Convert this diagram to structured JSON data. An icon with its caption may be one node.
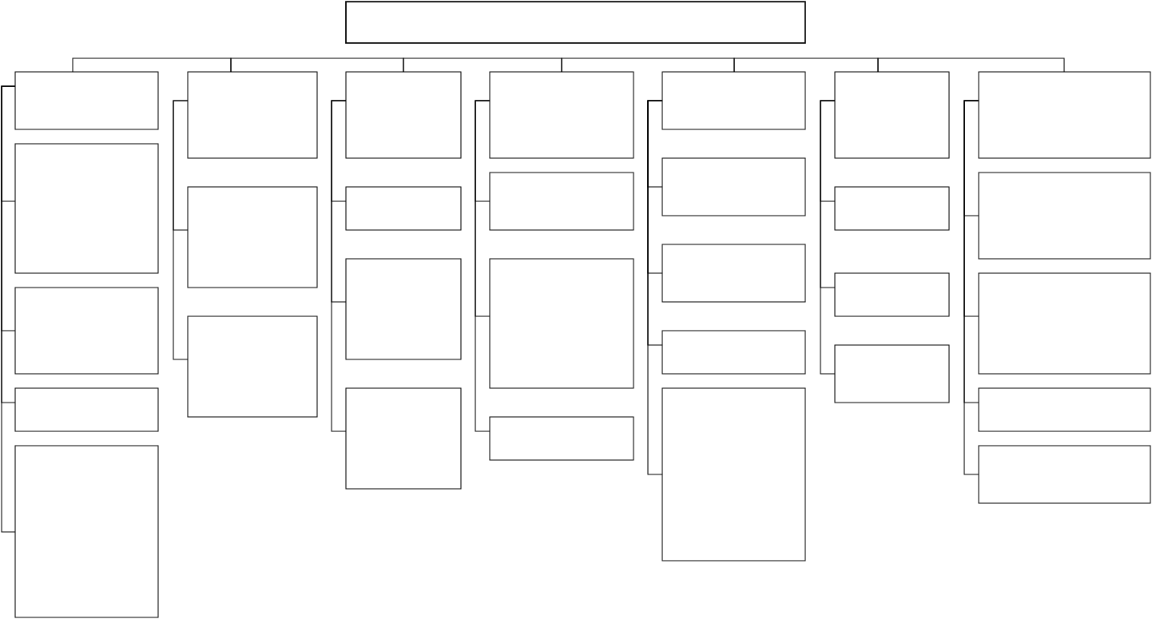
{
  "diagram": {
    "nodes": [
      {
        "text": [],
        "shape": "box"
      },
      {
        "text": [],
        "shape": "box"
      },
      {
        "text": [],
        "shape": "box"
      },
      {
        "text": [],
        "shape": "box"
      },
      {
        "text": [],
        "shape": "box"
      },
      {
        "text": [],
        "shape": "box"
      },
      {
        "text": [],
        "shape": "box"
      },
      {
        "text": [],
        "shape": "box"
      },
      {
        "text": [],
        "shape": "box"
      },
      {
        "text": [],
        "shape": "box"
      },
      {
        "text": [],
        "shape": "box"
      },
      {
        "text": [],
        "shape": "box"
      },
      {
        "text": [],
        "shape": "box"
      },
      {
        "text": [],
        "shape": "box"
      },
      {
        "text": [],
        "shape": "box"
      },
      {
        "text": [],
        "shape": "box"
      },
      {
        "text": [],
        "shape": "box"
      },
      {
        "text": [],
        "shape": "box"
      },
      {
        "text": [],
        "shape": "box"
      },
      {
        "text": [],
        "shape": "box"
      },
      {
        "text": [],
        "shape": "box"
      },
      {
        "text": [],
        "shape": "box"
      },
      {
        "text": [],
        "shape": "box"
      },
      {
        "text": [],
        "shape": "box"
      },
      {
        "text": [],
        "shape": "box"
      },
      {
        "text": [],
        "shape": "box"
      },
      {
        "text": [],
        "shape": "box"
      },
      {
        "text": [],
        "shape": "box"
      },
      {
        "text": [],
        "shape": "box"
      },
      {
        "text": [],
        "shape": "box"
      },
      {
        "text": [],
        "shape": "box"
      }
    ],
    "edges": [
      {
        "from": 1,
        "to": 6,
        "arrow": "none"
      },
      {
        "from": 6,
        "to": 9,
        "arrow": "none"
      },
      {
        "from": 9,
        "to": 13,
        "arrow": "none"
      },
      {
        "from": 13,
        "to": 17,
        "arrow": "none"
      },
      {
        "from": 17,
        "to": 22,
        "arrow": "none"
      },
      {
        "from": 22,
        "to": 26,
        "arrow": "none"
      },
      {
        "from": 1,
        "to": 2,
        "arrow": "none"
      },
      {
        "from": 1,
        "to": 3,
        "arrow": "none"
      },
      {
        "from": 1,
        "to": 4,
        "arrow": "none"
      },
      {
        "from": 1,
        "to": 5,
        "arrow": "none"
      },
      {
        "from": 6,
        "to": 7,
        "arrow": "none"
      },
      {
        "from": 6,
        "to": 8,
        "arrow": "none"
      },
      {
        "from": 9,
        "to": 10,
        "arrow": "none"
      },
      {
        "from": 9,
        "to": 11,
        "arrow": "none"
      },
      {
        "from": 9,
        "to": 12,
        "arrow": "none"
      },
      {
        "from": 13,
        "to": 14,
        "arrow": "none"
      },
      {
        "from": 13,
        "to": 15,
        "arrow": "none"
      },
      {
        "from": 13,
        "to": 16,
        "arrow": "none"
      },
      {
        "from": 17,
        "to": 18,
        "arrow": "none"
      },
      {
        "from": 17,
        "to": 19,
        "arrow": "none"
      },
      {
        "from": 17,
        "to": 20,
        "arrow": "none"
      },
      {
        "from": 17,
        "to": 21,
        "arrow": "none"
      },
      {
        "from": 22,
        "to": 23,
        "arrow": "none"
      },
      {
        "from": 22,
        "to": 24,
        "arrow": "none"
      },
      {
        "from": 22,
        "to": 25,
        "arrow": "none"
      },
      {
        "from": 26,
        "to": 27,
        "arrow": "none"
      },
      {
        "from": 26,
        "to": 28,
        "arrow": "none"
      },
      {
        "from": 26,
        "to": 29,
        "arrow": "none"
      },
      {
        "from": 26,
        "to": 30,
        "arrow": "none"
      }
    ]
  }
}
